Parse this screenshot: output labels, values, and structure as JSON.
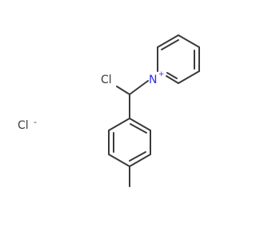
{
  "structure": {
    "counter_ion": {
      "element": "Cl",
      "charge": "-"
    },
    "substituent_cl": {
      "element": "Cl"
    },
    "ring_n": {
      "element": "N",
      "charge": "+"
    }
  },
  "colors": {
    "bond": "#3a3a3a",
    "chlorine": "#3a3a3a",
    "nitrogen": "#2b2bff"
  }
}
